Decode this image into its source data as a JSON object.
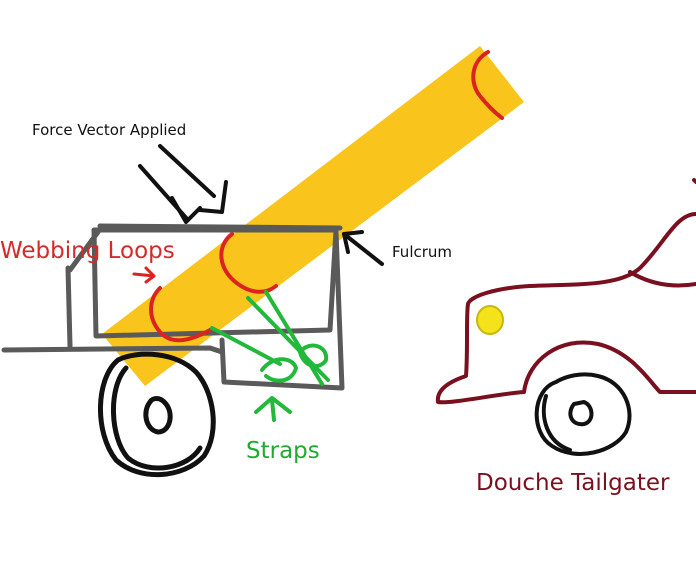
{
  "labels": {
    "force": "Force Vector Applied",
    "fulcrum": "Fulcrum",
    "webbing": "Webbing Loops",
    "straps": "Straps",
    "tailgater": "Douche Tailgater"
  },
  "colors": {
    "ink": "#111111",
    "frame": "#5a5a5a",
    "pipe": "#f9c51c",
    "loop": "#dd2222",
    "strap": "#22b83a",
    "car": "#7a0f1f",
    "headlight": "#f4e21a",
    "label_red": "#d42a2a",
    "label_green": "#1faa30",
    "label_car": "#7a0f1f"
  }
}
